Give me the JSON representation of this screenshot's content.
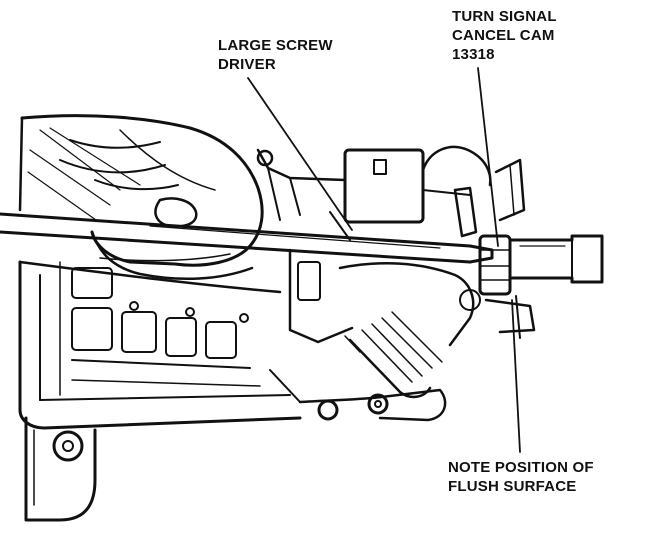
{
  "labels": {
    "screwdriver": {
      "line1": "LARGE SCREW",
      "line2": "DRIVER"
    },
    "cancel_cam": {
      "line1": "TURN SIGNAL",
      "line2": "CANCEL CAM",
      "line3": "13318"
    },
    "flush_surface": {
      "line1": "NOTE POSITION OF",
      "line2": "FLUSH SURFACE"
    }
  },
  "colors": {
    "ink": "#111111",
    "paper": "#ffffff"
  }
}
